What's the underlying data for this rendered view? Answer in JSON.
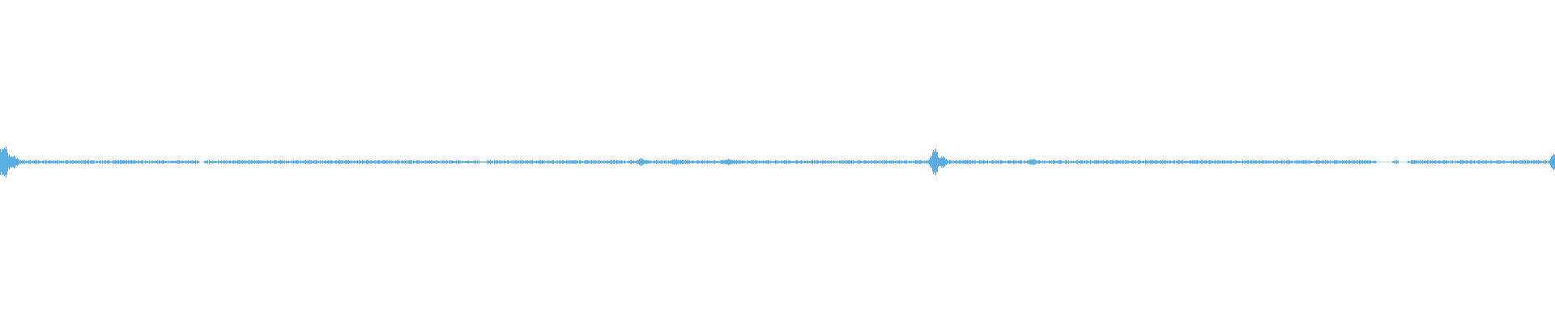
{
  "waveform": {
    "color": "#5aaee3",
    "background": "#ffffff",
    "samples": 1920,
    "baseline_amplitude": 0.005,
    "bursts": [
      {
        "center": 0.002,
        "amplitude": 0.055,
        "width": 0.004
      },
      {
        "center": 0.008,
        "amplitude": 0.02,
        "width": 0.004
      },
      {
        "center": 0.412,
        "amplitude": 0.012,
        "width": 0.002
      },
      {
        "center": 0.434,
        "amplitude": 0.009,
        "width": 0.003
      },
      {
        "center": 0.468,
        "amplitude": 0.009,
        "width": 0.006
      },
      {
        "center": 0.601,
        "amplitude": 0.04,
        "width": 0.003
      },
      {
        "center": 0.606,
        "amplitude": 0.018,
        "width": 0.003
      },
      {
        "center": 0.664,
        "amplitude": 0.01,
        "width": 0.003
      },
      {
        "center": 0.999,
        "amplitude": 0.03,
        "width": 0.002
      }
    ],
    "silent_gaps": [
      {
        "start": 0.128,
        "end": 0.131
      },
      {
        "start": 0.308,
        "end": 0.313
      },
      {
        "start": 0.885,
        "end": 0.895
      },
      {
        "start": 0.899,
        "end": 0.905
      }
    ]
  }
}
